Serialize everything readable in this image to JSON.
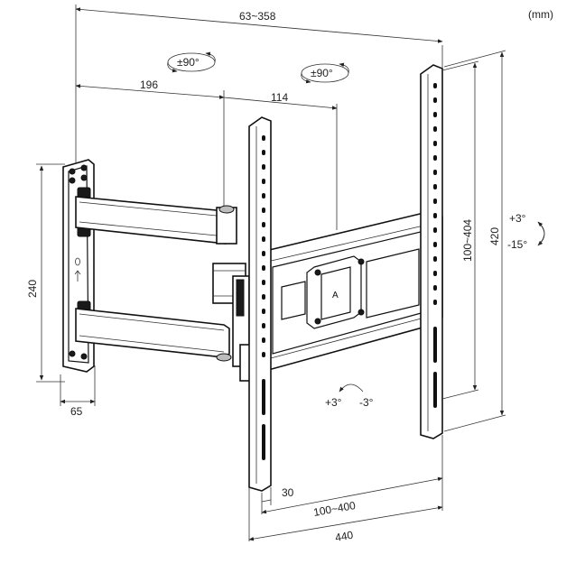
{
  "units": "(mm)",
  "dimensions": {
    "depth_range": "63~358",
    "wall_to_pivot": "196",
    "arm_offset": "114",
    "wall_plate_height": "240",
    "wall_plate_width": "65",
    "vesa_vertical": "100~404",
    "bracket_height": "420",
    "vesa_horizontal": "100~400",
    "bracket_width": "440",
    "rail_gap": "30"
  },
  "rotations": {
    "swivel_left": "±90°",
    "swivel_right": "±90°",
    "tilt_up": "+3°",
    "tilt_down": "-15°",
    "level_plus": "+3°",
    "level_minus": "-3°"
  }
}
